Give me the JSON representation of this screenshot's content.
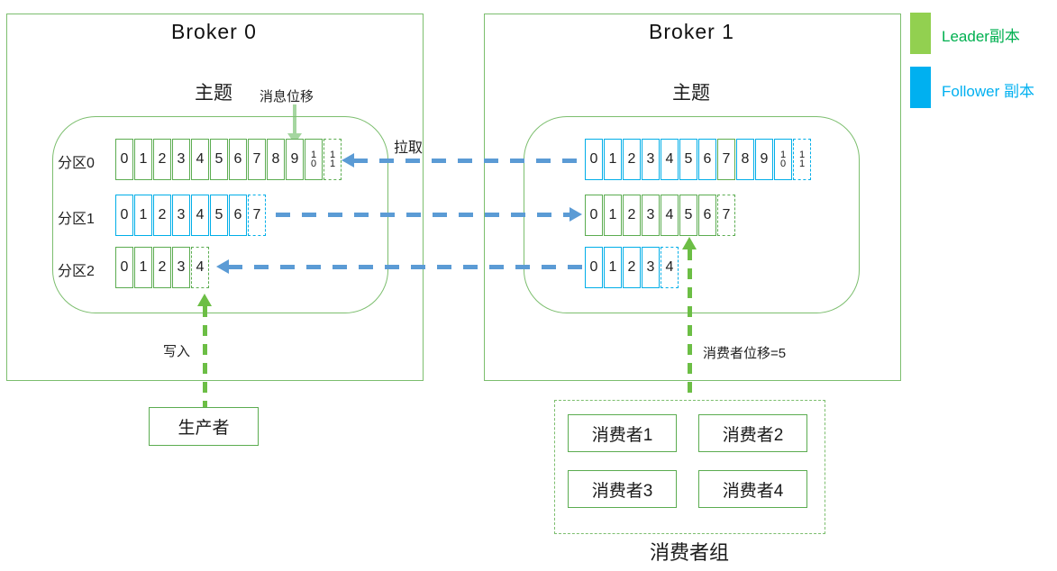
{
  "diagram": {
    "broker0": {
      "title": "Broker 0",
      "topic_label": "主题",
      "message_offset_label": "消息位移",
      "write_label": "写入",
      "partitions": [
        {
          "label": "分区0",
          "color": "green",
          "cells": [
            "0",
            "1",
            "2",
            "3",
            "4",
            "5",
            "6",
            "7",
            "8",
            "9",
            "10",
            "11"
          ],
          "last_dashed": true
        },
        {
          "label": "分区1",
          "color": "blue",
          "cells": [
            "0",
            "1",
            "2",
            "3",
            "4",
            "5",
            "6",
            "7"
          ],
          "last_dashed": true
        },
        {
          "label": "分区2",
          "color": "green",
          "cells": [
            "0",
            "1",
            "2",
            "3",
            "4"
          ],
          "last_dashed": true
        }
      ]
    },
    "broker1": {
      "title": "Broker 1",
      "topic_label": "主题",
      "consumer_offset_label": "消费者位移=5",
      "partitions": [
        {
          "label": "",
          "color": "blue",
          "cells": [
            "0",
            "1",
            "2",
            "3",
            "4",
            "5",
            "6",
            "7",
            "8",
            "9",
            "10",
            "11"
          ],
          "last_dashed": true,
          "accent_cells": [
            7
          ]
        },
        {
          "label": "",
          "color": "green",
          "cells": [
            "0",
            "1",
            "2",
            "3",
            "4",
            "5",
            "6",
            "7"
          ],
          "last_dashed": true
        },
        {
          "label": "",
          "color": "blue",
          "cells": [
            "0",
            "1",
            "2",
            "3",
            "4"
          ],
          "last_dashed": true
        }
      ]
    },
    "pull_label": "拉取",
    "producer": {
      "label": "生产者"
    },
    "consumer_group": {
      "label": "消费者组",
      "consumers": [
        "消费者1",
        "消费者2",
        "消费者3",
        "消费者4"
      ]
    },
    "legend": {
      "items": [
        {
          "label": "Leader副本",
          "swatch_color": "#92D050",
          "text_color": "#00B050"
        },
        {
          "label": "Follower 副本",
          "swatch_color": "#00B0F0",
          "text_color": "#00B0F0"
        }
      ]
    },
    "colors": {
      "leader_green": "#5BAC50",
      "follower_blue": "#00B0F0",
      "outline_green": "#7CBE6E",
      "arrow_blue": "#5B9BD5",
      "arrow_green": "#6CBE45"
    }
  }
}
